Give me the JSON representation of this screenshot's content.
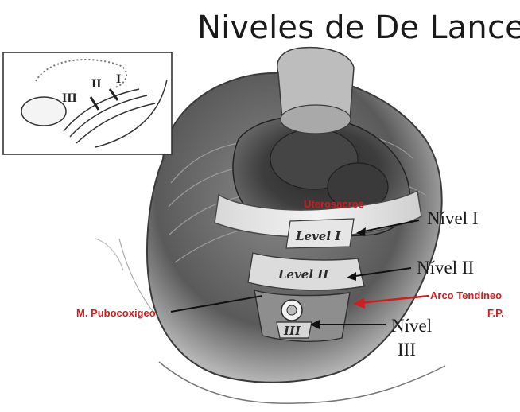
{
  "title": "Niveles de De Lancey",
  "inset": {
    "roman_1": "I",
    "roman_2": "II",
    "roman_3": "III"
  },
  "level_tags": {
    "level_1": "Level I",
    "level_2": "Level II",
    "level_3": "III"
  },
  "labels": {
    "uterosacros": "Uterosacros",
    "nivel_1": "Nível I",
    "nivel_2": "Nível II",
    "nivel_3_line1": "Nível",
    "nivel_3_line2": "III",
    "pubocoxigeo": "M. Pubocoxigeo",
    "arco_line1": "Arco Tendíneo",
    "arco_line2": "F.P."
  },
  "colors": {
    "annotation_red": "#d11d1d",
    "text_black": "#1b1b1b"
  }
}
